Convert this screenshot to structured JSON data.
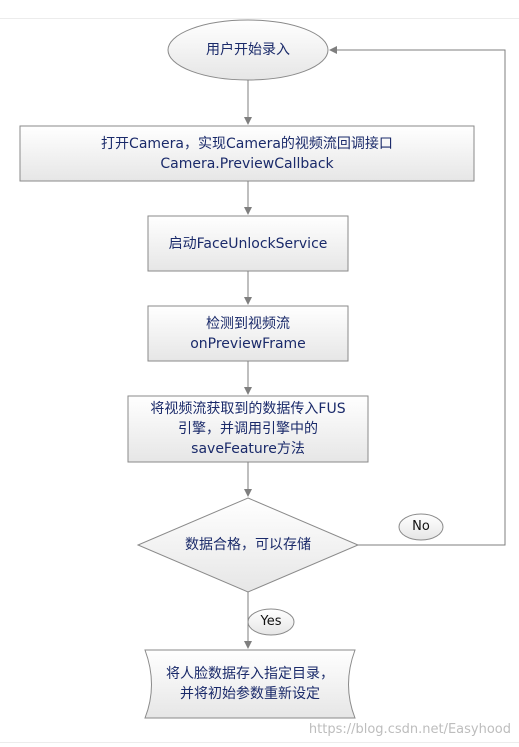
{
  "diagram": {
    "nodes": {
      "start": {
        "shape": "ellipse",
        "lines": [
          "用户开始录入"
        ]
      },
      "open_camera": {
        "shape": "rect",
        "lines": [
          "打开Camera，实现Camera的视频流回调接口",
          "Camera.PreviewCallback"
        ]
      },
      "start_service": {
        "shape": "rect",
        "lines": [
          "启动FaceUnlockService"
        ]
      },
      "detect_stream": {
        "shape": "rect",
        "lines": [
          "检测到视频流",
          "onPreviewFrame"
        ]
      },
      "pass_to_engine": {
        "shape": "rect",
        "lines": [
          "将视频流获取到的数据传入FUS",
          "引擎，并调用引擎中的",
          "saveFeature方法"
        ]
      },
      "check": {
        "shape": "diamond",
        "lines": [
          "数据合格，可以存储"
        ]
      },
      "store": {
        "shape": "document",
        "lines": [
          "将人脸数据存入指定目录，",
          "并将初始参数重新设定"
        ]
      }
    },
    "edges": {
      "no": {
        "from": "check",
        "to": "start",
        "label": "No"
      },
      "yes": {
        "from": "check",
        "to": "store",
        "label": "Yes"
      }
    },
    "colors": {
      "box_fill_top": "#ffffff",
      "box_fill_bottom": "#e6e6e6",
      "border": "#8a8a8a",
      "text": "#1a2a6a",
      "connector": "#7f7f7f"
    }
  },
  "watermark": "https://blog.csdn.net/Easyhood"
}
